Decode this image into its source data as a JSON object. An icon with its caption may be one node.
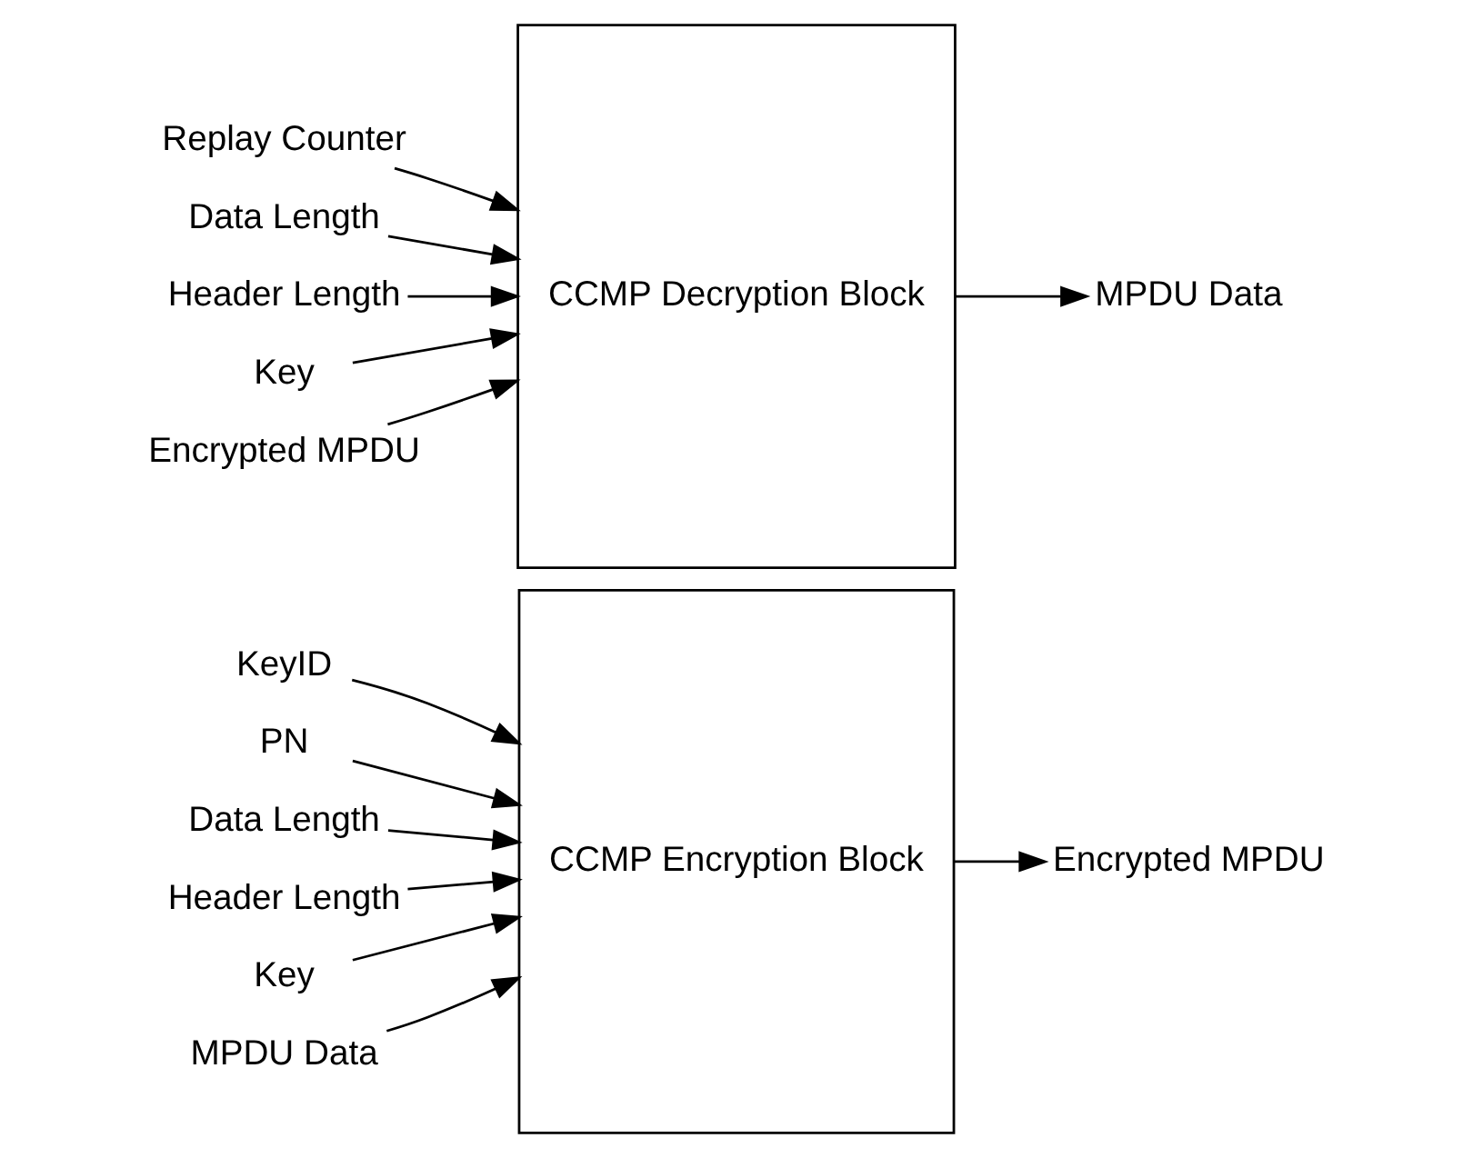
{
  "diagram": {
    "nodes": [
      {
        "text": [
          "KeyID"
        ]
      },
      {
        "text": [
          "PN"
        ]
      },
      {
        "text": [
          "Data Length"
        ]
      },
      {
        "text": [
          "Header Length"
        ]
      },
      {
        "text": [
          "Key"
        ]
      },
      {
        "text": [
          "MPDU Data"
        ]
      },
      {
        "text": [
          "CCMP Encryption Block"
        ]
      },
      {
        "text": [
          "Encrypted MPDU"
        ]
      },
      {
        "text": [
          "Replay Counter"
        ]
      },
      {
        "text": [
          "Data Length"
        ]
      },
      {
        "text": [
          "Header Length"
        ]
      },
      {
        "text": [
          "Key"
        ]
      },
      {
        "text": [
          "Encrypted MPDU"
        ]
      },
      {
        "text": [
          "CCMP Decryption Block"
        ]
      },
      {
        "text": [
          "MPDU Data"
        ]
      }
    ],
    "edges": [
      {
        "from": 0,
        "to": 6,
        "arrow": "to"
      },
      {
        "from": 1,
        "to": 6,
        "arrow": "to"
      },
      {
        "from": 2,
        "to": 6,
        "arrow": "to"
      },
      {
        "from": 3,
        "to": 6,
        "arrow": "to"
      },
      {
        "from": 4,
        "to": 6,
        "arrow": "to"
      },
      {
        "from": 5,
        "to": 6,
        "arrow": "to"
      },
      {
        "from": 6,
        "to": 7,
        "arrow": "to"
      },
      {
        "from": 8,
        "to": 13,
        "arrow": "to"
      },
      {
        "from": 9,
        "to": 13,
        "arrow": "to"
      },
      {
        "from": 10,
        "to": 13,
        "arrow": "to"
      },
      {
        "from": 11,
        "to": 13,
        "arrow": "to"
      },
      {
        "from": 12,
        "to": 13,
        "arrow": "to"
      },
      {
        "from": 13,
        "to": 14,
        "arrow": "to"
      }
    ]
  }
}
